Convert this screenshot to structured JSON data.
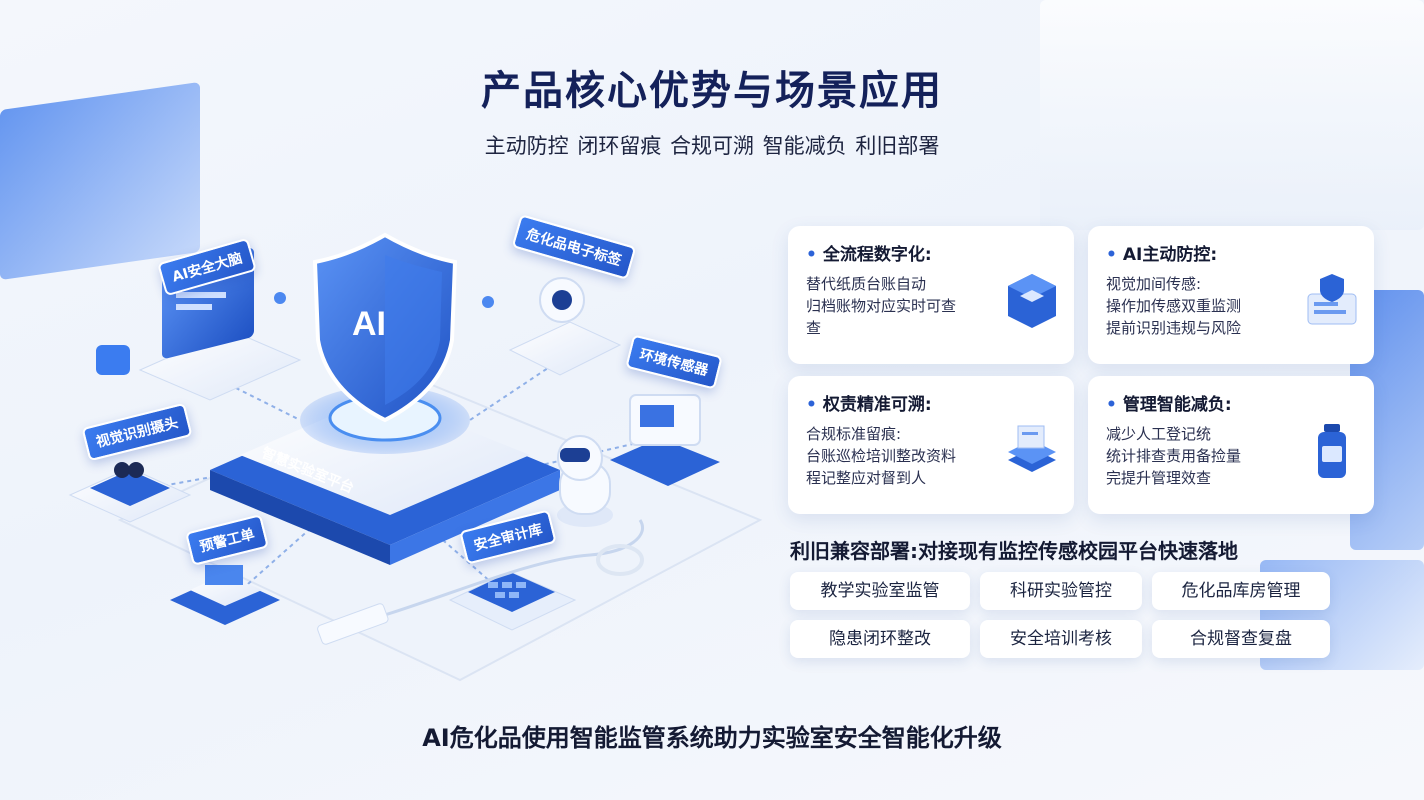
{
  "title": "产品核心优势与场景应用",
  "subtitle": "主动防控 闭环留痕 合规可溯 智能减负 利旧部署",
  "illustration": {
    "labels": {
      "ai_screen": "AI安全大脑",
      "hazard_tag": "危化品电子标签",
      "env_sensor": "环境传感器",
      "vision_camera": "视觉识别摄头",
      "platform": "智慧实验室平台",
      "alert_ticket": "预警工单",
      "audit_db": "安全审计库"
    }
  },
  "cards": [
    {
      "title": "全流程数字化:",
      "lines": [
        "替代纸质台账自动",
        "归档账物对应实时可查",
        "查"
      ],
      "icon": "cube-icon"
    },
    {
      "title": "AI主动防控:",
      "lines": [
        "视觉加间传感:",
        "操作加传感双重监测",
        "提前识别违规与风险"
      ],
      "icon": "shield-dashboard-icon"
    },
    {
      "title": "权责精准可溯:",
      "lines": [
        "合规标准留痕:",
        "台账巡检培训整改资料",
        "程记整应对督到人"
      ],
      "icon": "document-stack-icon"
    },
    {
      "title": "管理智能减负:",
      "lines": [
        "减少人工登记统",
        "统计排查责用备捡量",
        "完提升管理效查"
      ],
      "icon": "bottle-icon"
    }
  ],
  "compat": {
    "title": "利旧兼容部署:对接现有监控传感校园平台快速落地",
    "chips": [
      "教学实验室监管",
      "科研实验管控",
      "危化品库房管理",
      "隐患闭环整改",
      "安全培训考核",
      "合规督查复盘"
    ]
  },
  "footer": "AI危化品使用智能监管系统助力实验室安全智能化升级",
  "colors": {
    "accent": "#2c63d8",
    "title": "#14215a",
    "card_bg": "#ffffff"
  }
}
